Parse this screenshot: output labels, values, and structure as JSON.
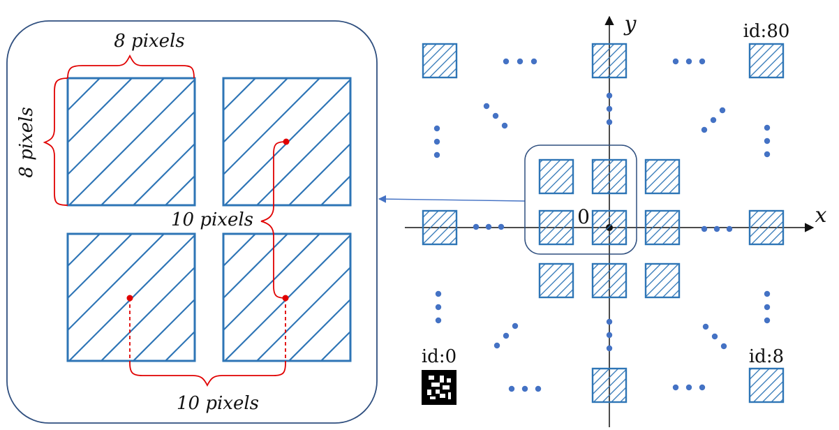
{
  "labels": {
    "dim_top": "8 pixels",
    "dim_left": "8 pixels",
    "dim_middle": "10 pixels",
    "dim_bottom": "10 pixels",
    "axis_x": "x",
    "axis_y": "y",
    "origin": "0",
    "id_top_right": "id:80",
    "id_bottom_left": "id:0",
    "id_bottom_right": "id:8"
  },
  "colors": {
    "square_stroke": "#2E75B6",
    "hatch": "#2E75B6",
    "dots": "#4472C4",
    "panel_border": "#2F4F7F",
    "connector": "#4472C4",
    "red": "#E00000",
    "axis": "#111111"
  },
  "icons": {
    "aruco_marker": "aruco-marker-icon"
  }
}
